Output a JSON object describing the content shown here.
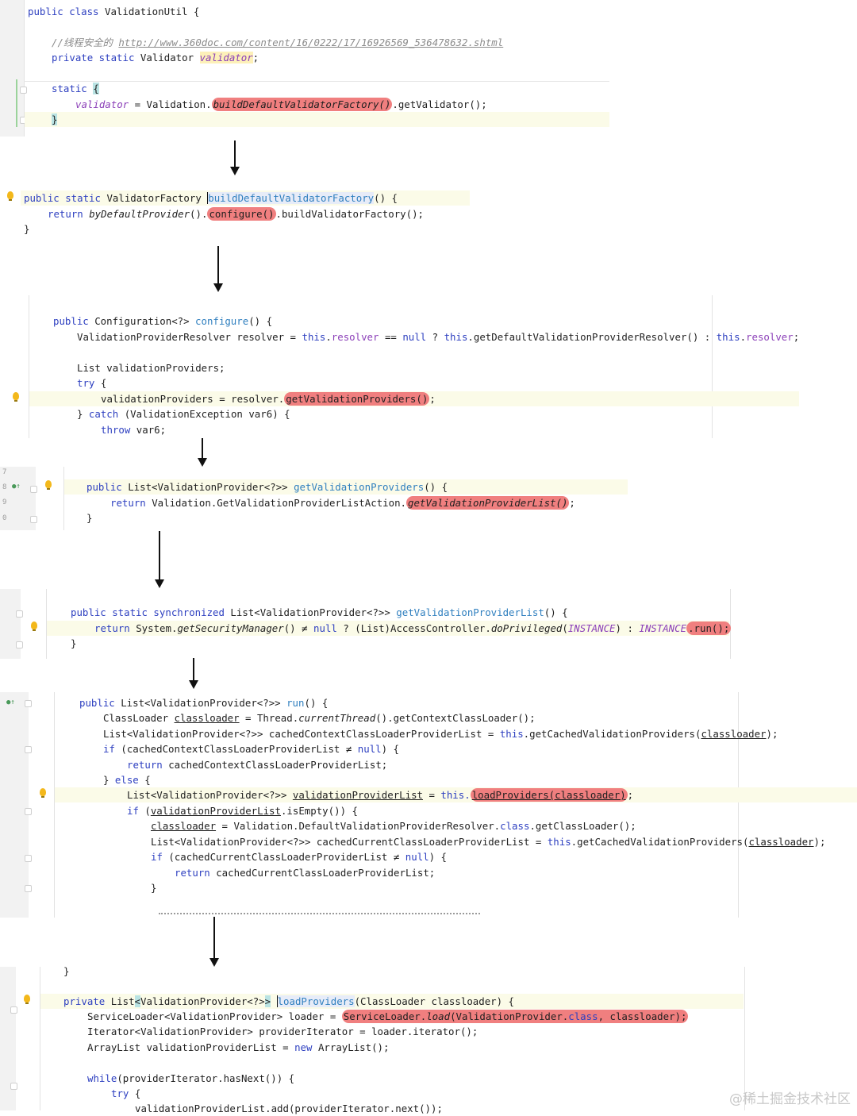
{
  "blocks": {
    "b1": {
      "l1": {
        "t1": "public class ",
        "t2": "ValidationUtil {"
      },
      "l2": {
        "comment": "//线程安全的 ",
        "link": "http://www.360doc.com/content/16/0222/17/16926569_536478632.shtml"
      },
      "l3": {
        "t1": "private static ",
        "t2": "Validator ",
        "t3": "validator",
        "t4": ";"
      },
      "l4": {
        "t1": "static ",
        "t2": "{"
      },
      "l5": {
        "t1": "validator",
        "t2": " = Validation.",
        "t3": "buildDefaultValidatorFactory()",
        "t4": ".getValidator();"
      },
      "l6": {
        "t1": "}"
      }
    },
    "b2": {
      "l1": {
        "t1": "public static ",
        "t2": "ValidatorFactory ",
        "t3": "buildDefaultValidatorFactory",
        "t4": "() {"
      },
      "l2": {
        "t1": "return ",
        "t2": "byDefaultProvider",
        "t3": "().",
        "t4": "configure()",
        "t5": ".buildValidatorFactory();"
      },
      "l3": {
        "t1": "}"
      }
    },
    "b3": {
      "l1": {
        "t1": "public ",
        "t2": "Configuration<?> ",
        "t3": "configure",
        "t4": "() {"
      },
      "l2": {
        "t1": "ValidationProviderResolver resolver = ",
        "t2": "this",
        "t3": ".",
        "t4": "resolver",
        "t5": " == ",
        "t6": "null",
        "t7": " ? ",
        "t8": "this",
        "t9": ".getDefaultValidationProviderResolver() : ",
        "t10": "this",
        "t11": ".",
        "t12": "resolver",
        "t13": ";"
      },
      "l3": {
        "t1": "List validationProviders;"
      },
      "l4": {
        "t1": "try",
        "t2": " {"
      },
      "l5": {
        "t1": "validationProviders = resolver.",
        "t2": "getValidationProviders()",
        "t3": ";"
      },
      "l6": {
        "t1": "} ",
        "t2": "catch",
        "t3": " (ValidationException var6) {"
      },
      "l7": {
        "t1": "throw",
        "t2": " var6;"
      }
    },
    "b4": {
      "num1": "7",
      "num2": "8",
      "num3": "9",
      "num4": "0",
      "l1": {
        "t1": "public ",
        "t2": "List<ValidationProvider<?>> ",
        "t3": "getValidationProviders",
        "t4": "() {"
      },
      "l2": {
        "t1": "return ",
        "t2": "Validation.GetValidationProviderListAction.",
        "t3": "getValidationProviderList()",
        "t4": ";"
      },
      "l3": {
        "t1": "}"
      }
    },
    "b5": {
      "l1": {
        "t1": "public static synchronized ",
        "t2": "List<ValidationProvider<?>> ",
        "t3": "getValidationProviderList",
        "t4": "() {"
      },
      "l2": {
        "t1": "return ",
        "t2": "System.",
        "t3": "getSecurityManager",
        "t4": "() ≠ ",
        "t5": "null",
        "t6": " ? (List)AccessController.",
        "t7": "doPrivileged",
        "t8": "(",
        "t9": "INSTANCE",
        "t10": ") : ",
        "t11": "INSTANCE",
        "t12": ".run();"
      },
      "l3": {
        "t1": "}"
      }
    },
    "b6": {
      "l1": {
        "t1": "public ",
        "t2": "List<ValidationProvider<?>> ",
        "t3": "run",
        "t4": "() {"
      },
      "l2": {
        "t1": "ClassLoader ",
        "t2": "classloader",
        "t3": " = Thread.",
        "t4": "currentThread",
        "t5": "().getContextClassLoader();"
      },
      "l3": {
        "t1": "List<ValidationProvider<?>> cachedContextClassLoaderProviderList = ",
        "t2": "this",
        "t3": ".getCachedValidationProviders(",
        "t4": "classloader",
        "t5": ");"
      },
      "l4": {
        "t1": "if",
        "t2": " (cachedContextClassLoaderProviderList ≠ ",
        "t3": "null",
        "t4": ") {"
      },
      "l5": {
        "t1": "return",
        "t2": " cachedContextClassLoaderProviderList;"
      },
      "l6": {
        "t1": "} ",
        "t2": "else",
        "t3": " {"
      },
      "l7": {
        "t1": "List<ValidationProvider<?>> ",
        "t2": "validationProviderList",
        "t3": " = ",
        "t4": "this.",
        "t5": "loadProviders(classloader)",
        "t6": ";"
      },
      "l8": {
        "t1": "if",
        "t2": " (",
        "t3": "validationProviderList",
        "t4": ".isEmpty()) {"
      },
      "l9": {
        "t1": "classloader",
        "t2": " = Validation.DefaultValidationProviderResolver.",
        "t3": "class",
        "t4": ".getClassLoader();"
      },
      "l10": {
        "t1": "List<ValidationProvider<?>> cachedCurrentClassLoaderProviderList = ",
        "t2": "this",
        "t3": ".getCachedValidationProviders(",
        "t4": "classloader",
        "t5": ");"
      },
      "l11": {
        "t1": "if",
        "t2": " (cachedCurrentClassLoaderProviderList ≠ ",
        "t3": "null",
        "t4": ") {"
      },
      "l12": {
        "t1": "return",
        "t2": " cachedCurrentClassLoaderProviderList;"
      },
      "l13": {
        "t1": "}"
      }
    },
    "b7": {
      "l0": {
        "t1": "}"
      },
      "l1": {
        "t1": "private ",
        "t2": "List",
        "t3": "<",
        "t4": "ValidationProvider<?>",
        "t5": ">",
        "t6": "loadProviders",
        "t7": "(ClassLoader classloader) {"
      },
      "l2": {
        "t1": "ServiceLoader<ValidationProvider> loader = ",
        "t2": "ServiceLoader.",
        "t3": "load",
        "t4": "(ValidationProvider.",
        "t5": "class",
        "t6": ", classloader);"
      },
      "l3": {
        "t1": "Iterator<ValidationProvider> providerIterator = loader.iterator();"
      },
      "l4": {
        "t1": "ArrayList validationProviderList = ",
        "t2": "new",
        "t3": " ArrayList();"
      },
      "l5": {
        "t1": "while",
        "t2": "(providerIterator.hasNext()) {"
      },
      "l6": {
        "t1": "try",
        "t2": " {"
      },
      "l7": {
        "t1": "validationProviderList.add(providerIterator.next());"
      }
    }
  },
  "watermark": "@稀土掘金技术社区"
}
